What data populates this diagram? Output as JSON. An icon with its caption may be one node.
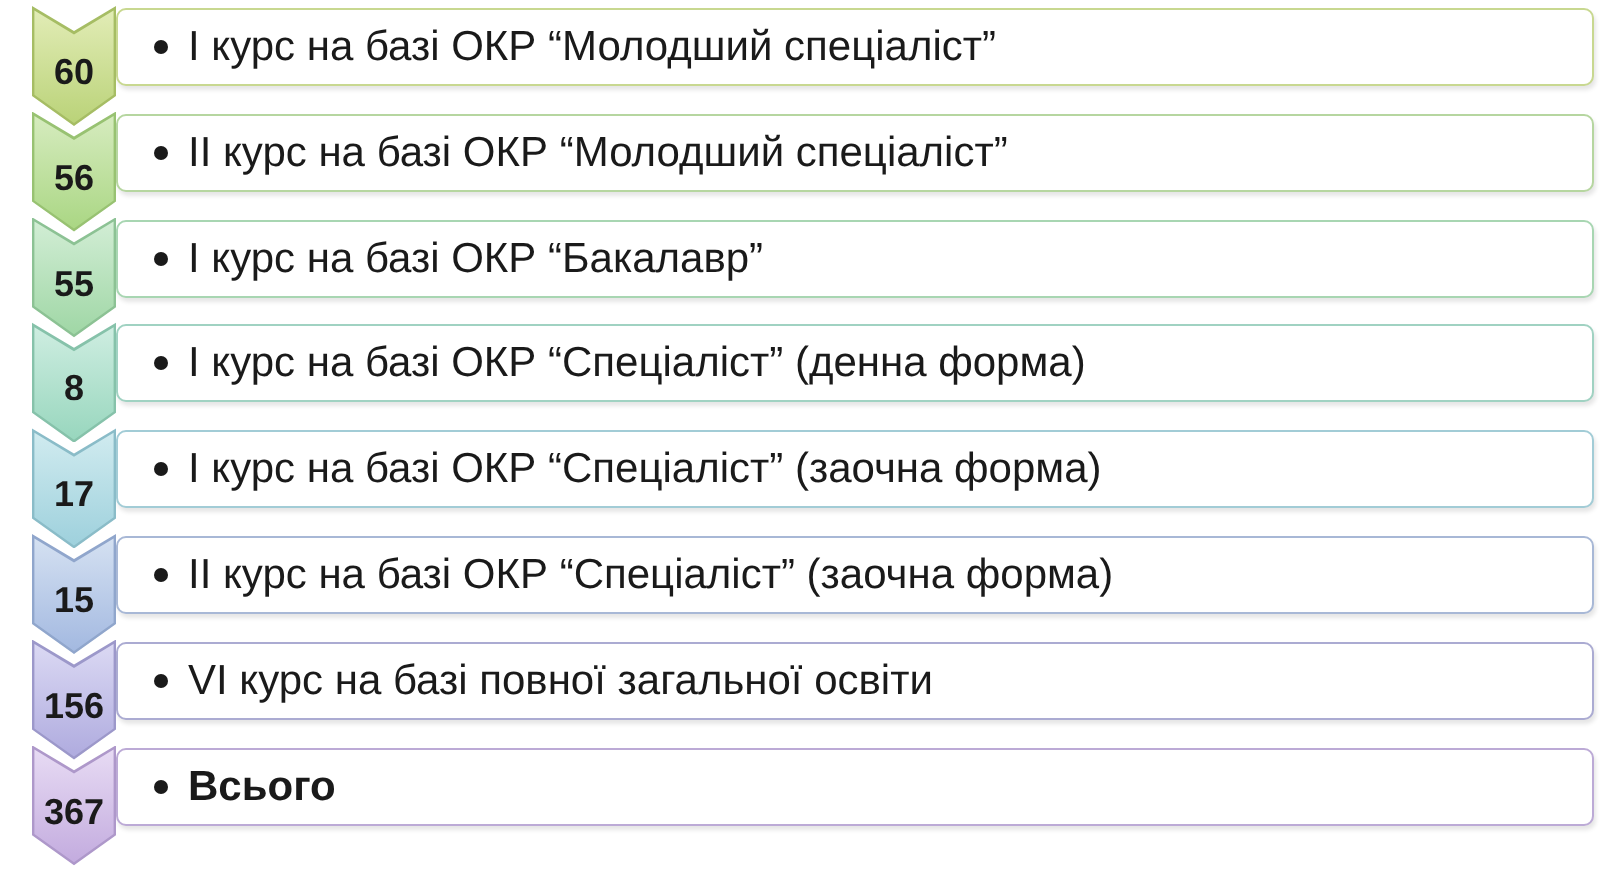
{
  "diagram": {
    "nodes": [
      {
        "text": [
          "60"
        ]
      },
      {
        "text": [
          "І курс на базі ОКР “Молодший спеціаліст”"
        ]
      },
      {
        "text": [
          "56"
        ]
      },
      {
        "text": [
          "ІІ курс на базі ОКР “Молодший спеціаліст”"
        ]
      },
      {
        "text": [
          "55"
        ]
      },
      {
        "text": [
          "І курс на базі ОКР “Бакалавр”"
        ]
      },
      {
        "text": [
          "8"
        ]
      },
      {
        "text": [
          "І курс на базі ОКР “Спеціаліст” (денна форма)"
        ]
      },
      {
        "text": [
          "17"
        ]
      },
      {
        "text": [
          "І курс на базі ОКР “Спеціаліст” (заочна форма)"
        ]
      },
      {
        "text": [
          "15"
        ]
      },
      {
        "text": [
          "ІІ курс на базі ОКР “Спеціаліст” (заочна форма)"
        ]
      },
      {
        "text": [
          "156"
        ]
      },
      {
        "text": [
          "VI курс на базі повної загальної освіти"
        ]
      },
      {
        "text": [
          "367"
        ]
      },
      {
        "text": [
          "Всього"
        ]
      }
    ]
  }
}
